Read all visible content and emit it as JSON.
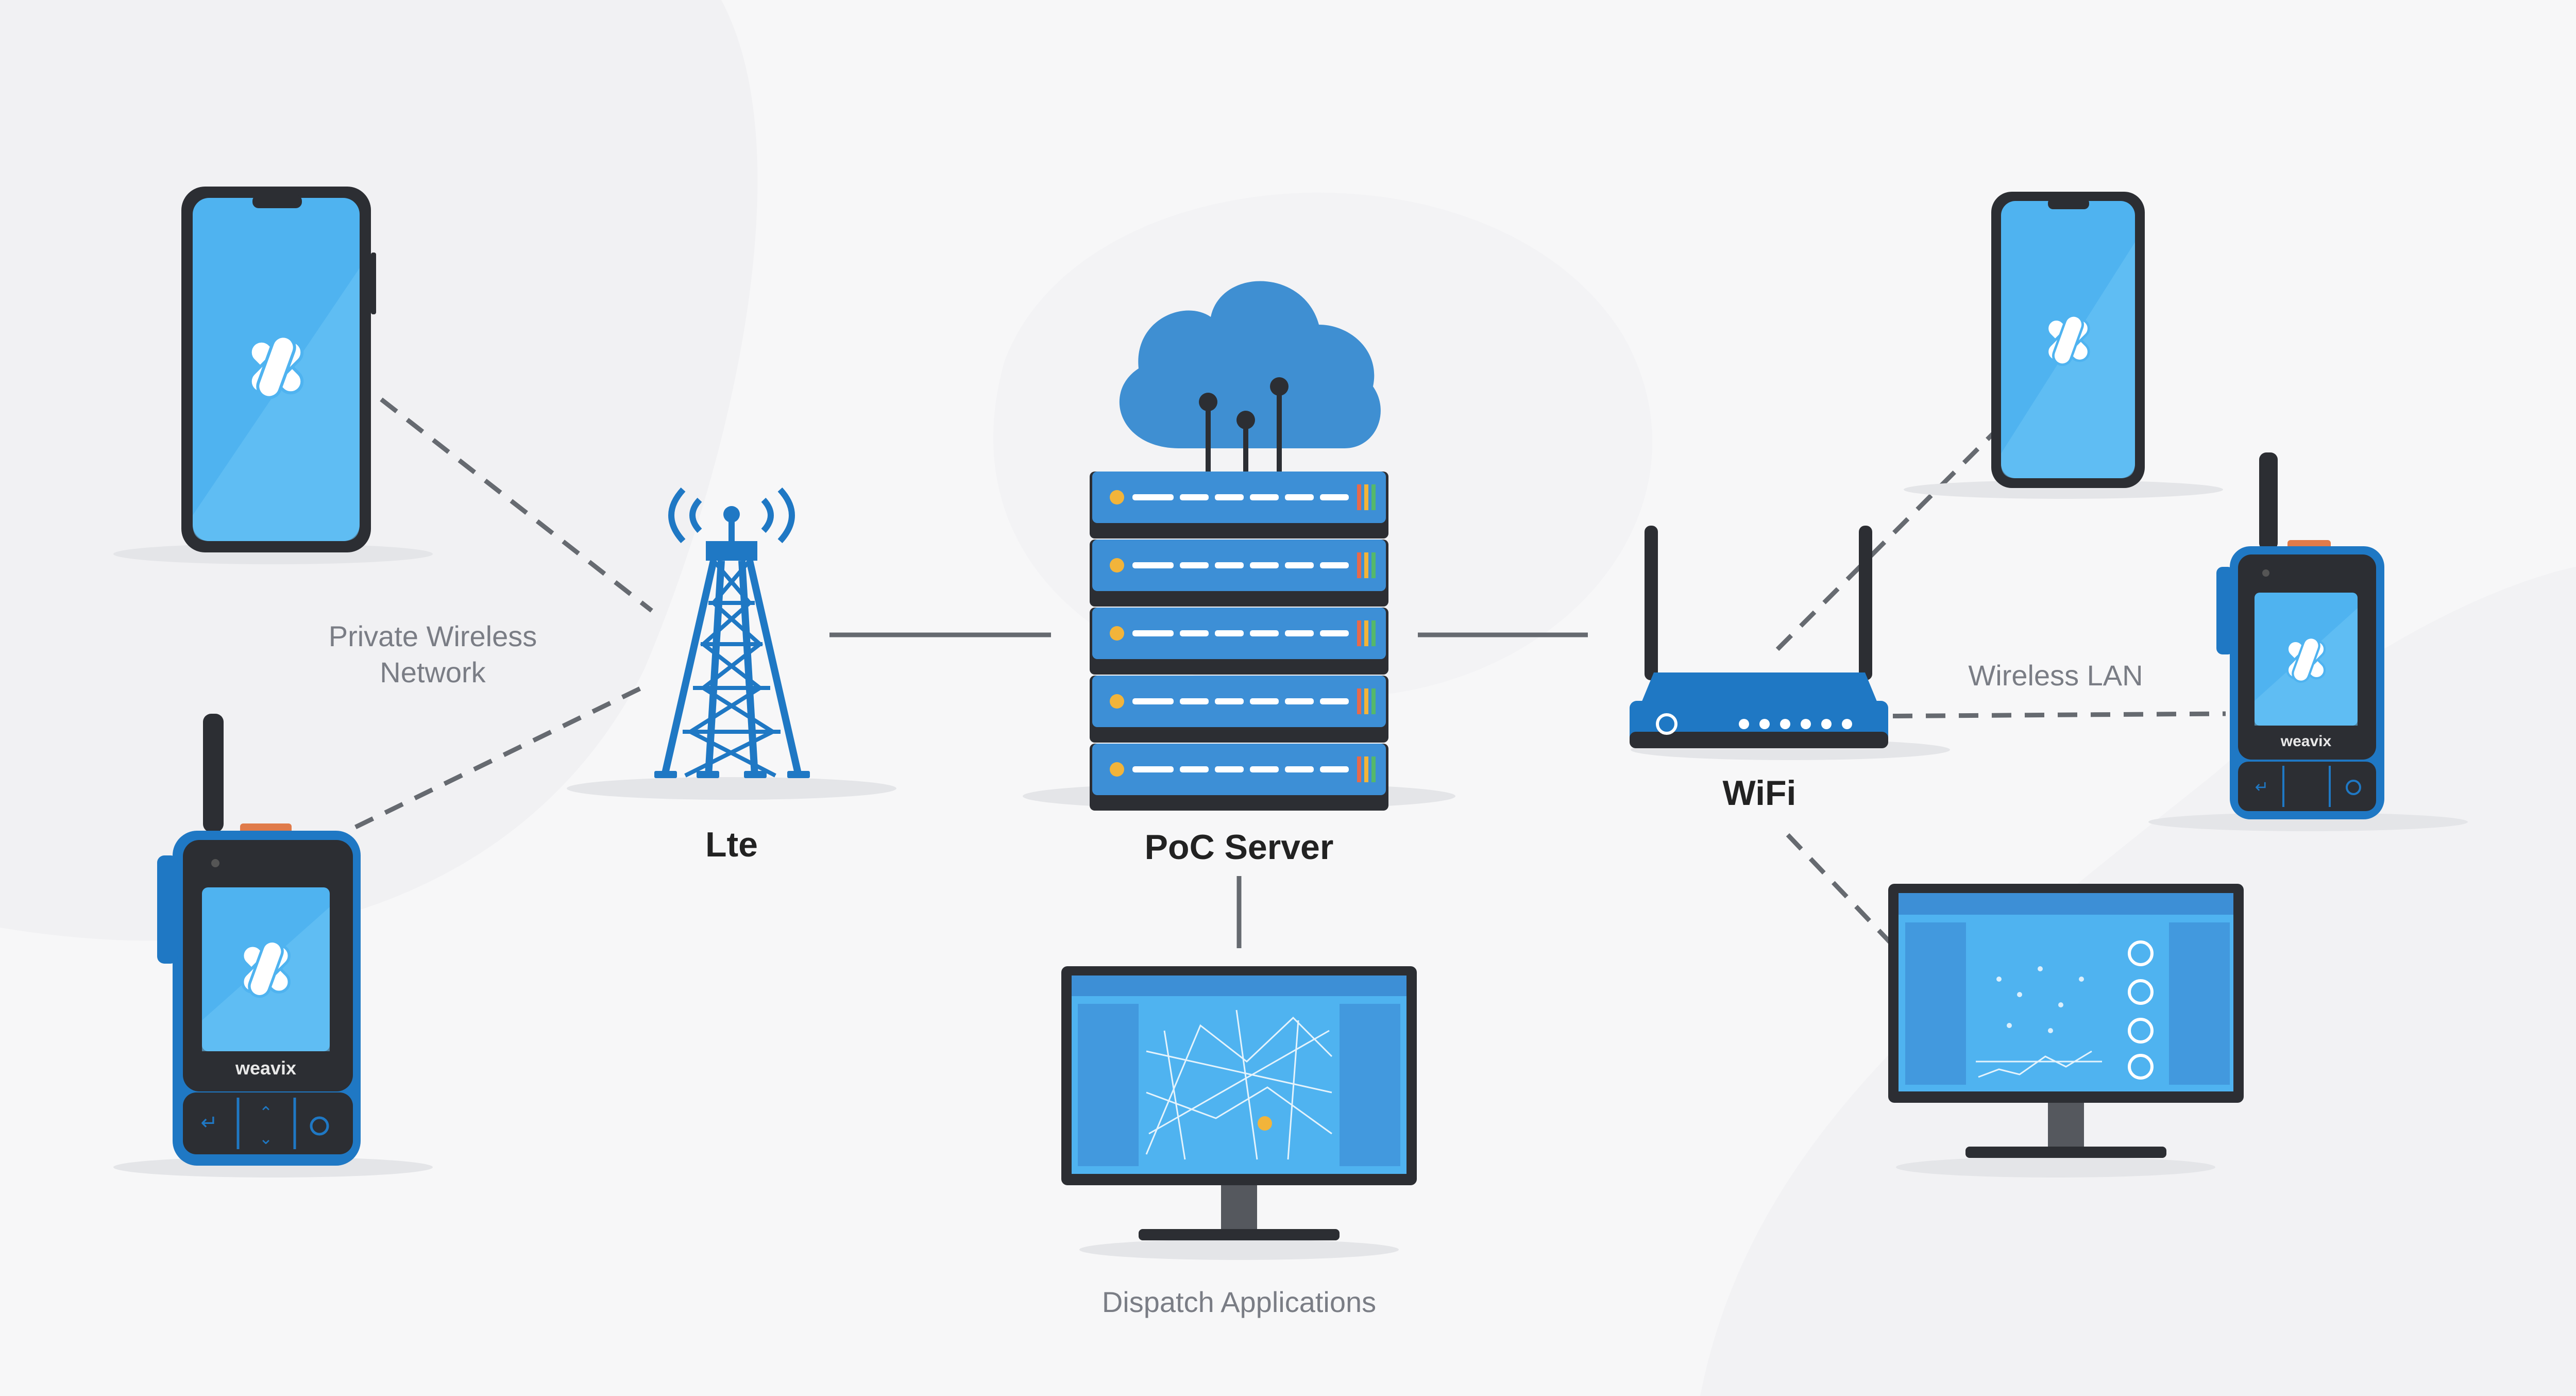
{
  "labels": {
    "private_wireless": "Private Wireless\nNetwork",
    "lte": "Lte",
    "poc_server": "PoC Server",
    "wifi": "WiFi",
    "wireless_lan": "Wireless LAN",
    "dispatch": "Dispatch Applications"
  },
  "device_brand": "weavix",
  "colors": {
    "background": "#f7f7f8",
    "screen_blue": "#4fb3f0",
    "device_blue": "#1f78c4",
    "cloud_blue": "#3f8fd2",
    "server_blue": "#3d8fd6",
    "dark": "#2c2e33",
    "connector": "#666a70",
    "shadow": "#e4e5e8"
  },
  "icons": [
    "cloud-icon",
    "server-rack-icon",
    "cell-tower-icon",
    "wifi-router-icon",
    "smartphone-icon",
    "radio-handset-icon",
    "monitor-icon",
    "weavix-logo-icon"
  ]
}
